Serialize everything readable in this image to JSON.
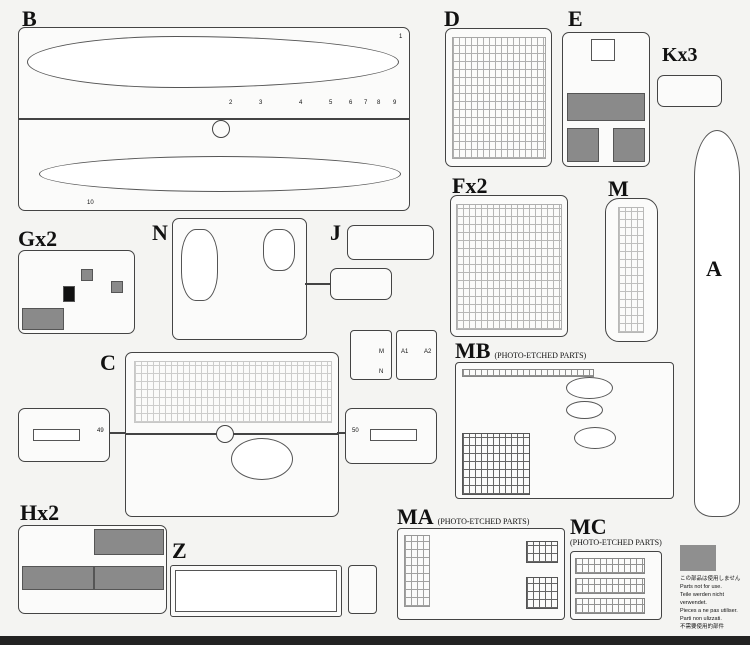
{
  "sprues": {
    "B": "B",
    "D": "D",
    "E": "E",
    "K": "Kx3",
    "F": "Fx2",
    "M": "M",
    "G": "Gx2",
    "N": "N",
    "J": "J",
    "A": "A",
    "C": "C",
    "H": "Hx2",
    "Z": "Z"
  },
  "photo_etched": {
    "MB": "MB",
    "MA": "MA",
    "MC": "MC",
    "subtitle": "(PHOTO-ETCHED PARTS)"
  },
  "part_numbers": {
    "B": [
      "1",
      "2",
      "3",
      "4",
      "5",
      "6",
      "7",
      "8",
      "9",
      "10"
    ],
    "C": [
      "49",
      "50"
    ],
    "small": [
      "M",
      "N",
      "A1",
      "A2"
    ]
  },
  "not_for_use_notes": [
    "この部品は使用しません",
    "Parts not for use.",
    "Teile werden nicht verwendet.",
    "Pieces a ne pas utiliser.",
    "Parti non ulizzati.",
    "不需要使用的部件"
  ],
  "colors": {
    "not_for_use": "#8f8f8f"
  }
}
